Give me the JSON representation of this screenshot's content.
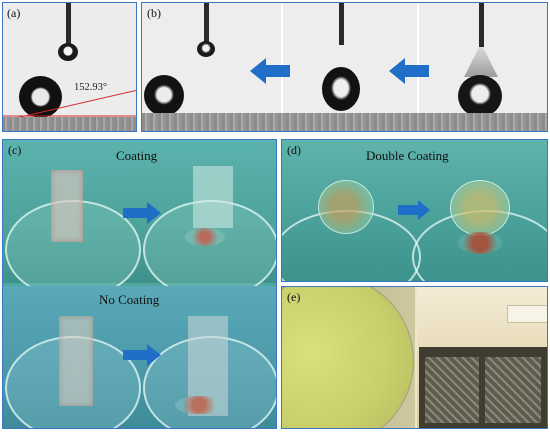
{
  "panels": {
    "a": {
      "label": "(a)",
      "angle": "152.93°"
    },
    "b": {
      "label": "(b)"
    },
    "c": {
      "label": "(c)",
      "top_caption": "Coating",
      "bottom_caption": "No Coating"
    },
    "d": {
      "label": "(d)",
      "caption": "Double Coating"
    },
    "e": {
      "label": "(e)"
    }
  },
  "colors": {
    "border": "#3a78c3",
    "arrow": "#1f6fc9"
  }
}
